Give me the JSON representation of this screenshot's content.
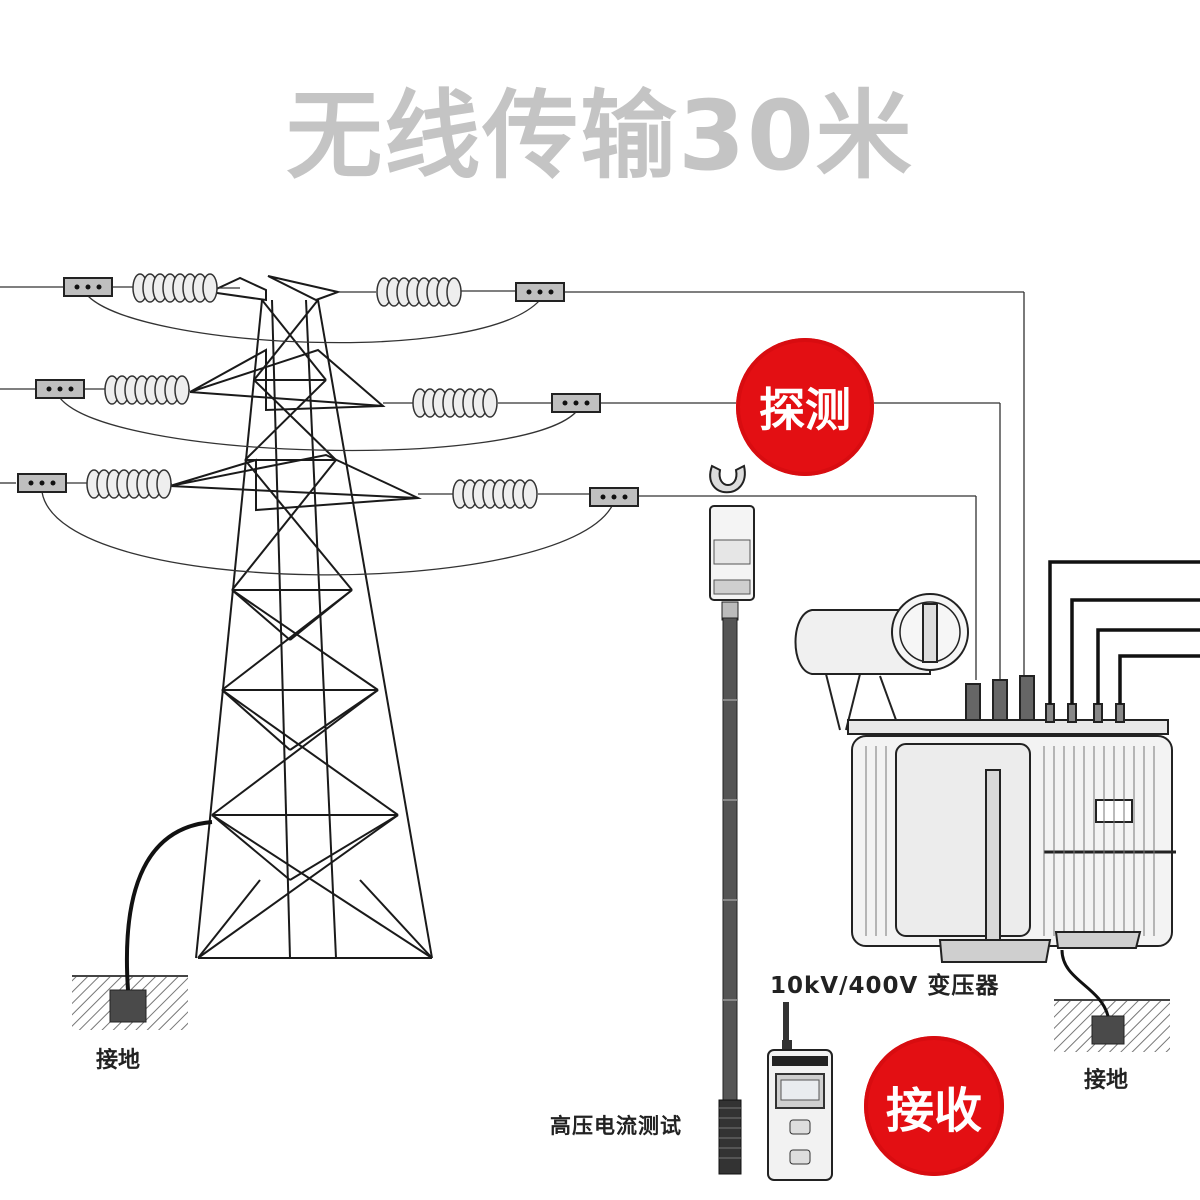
{
  "title": "无线传输30米",
  "badges": {
    "detect": "探测",
    "receive": "接收"
  },
  "labels": {
    "ground_left": "接地",
    "ground_right": "接地",
    "transformer": "10kV/400V 变压器",
    "hv_test": "高压电流测试"
  },
  "colors": {
    "badge_red": "#e30f13",
    "title_gray": "#c4c4c4",
    "line": "#333333"
  },
  "icons": [
    "transmission-tower-icon",
    "insulator-icon",
    "clamp-meter-icon",
    "receiver-icon",
    "transformer-icon",
    "ground-rod-icon"
  ]
}
